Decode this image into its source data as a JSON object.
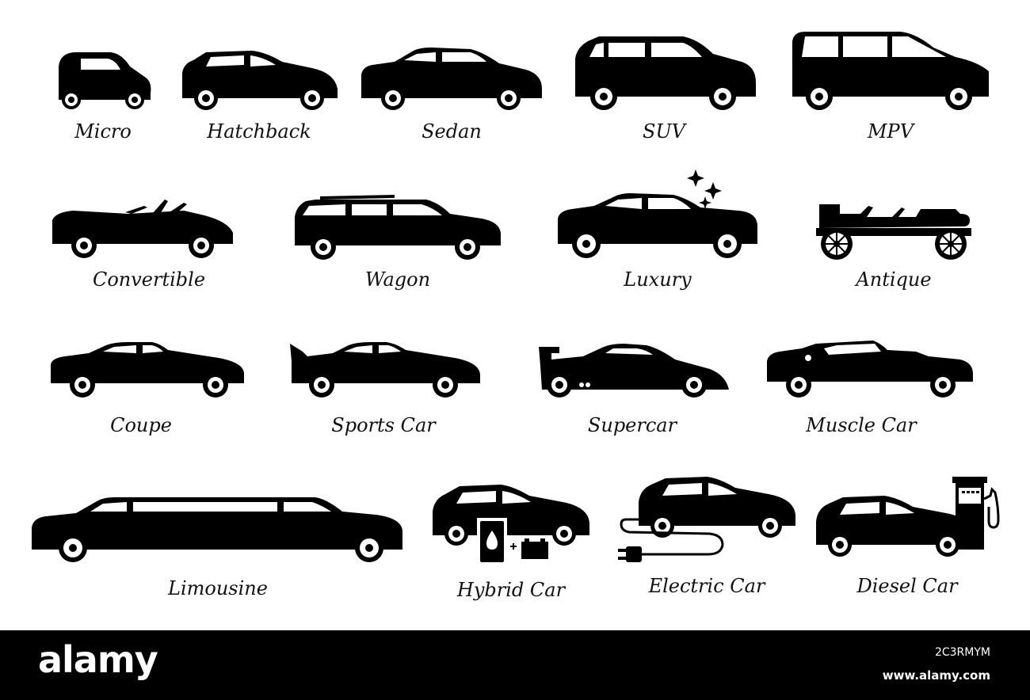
{
  "labels": {
    "micro": "Micro",
    "hatchback": "Hatchback",
    "sedan": "Sedan",
    "suv": "SUV",
    "mpv": "MPV",
    "convertible": "Convertible",
    "wagon": "Wagon",
    "luxury": "Luxury",
    "antique": "Antique",
    "coupe": "Coupe",
    "sports": "Sports Car",
    "supercar": "Supercar",
    "muscle": "Muscle Car",
    "limousine": "Limousine",
    "hybrid": "Hybrid Car",
    "electric": "Electric Car",
    "diesel": "Diesel Car"
  },
  "footer": {
    "brand": "alamy",
    "image_id": "2C3RMYM",
    "site": "www.alamy.com"
  },
  "colors": {
    "icon": "#000000",
    "background": "#ffffff",
    "footer_bg": "#000000",
    "footer_text": "#ffffff"
  },
  "icons": [
    "micro-car-icon",
    "hatchback-car-icon",
    "sedan-car-icon",
    "suv-car-icon",
    "mpv-car-icon",
    "convertible-car-icon",
    "wagon-car-icon",
    "luxury-car-icon",
    "antique-car-icon",
    "coupe-car-icon",
    "sports-car-icon",
    "supercar-icon",
    "muscle-car-icon",
    "limousine-icon",
    "hybrid-car-icon",
    "electric-car-icon",
    "diesel-car-icon"
  ]
}
